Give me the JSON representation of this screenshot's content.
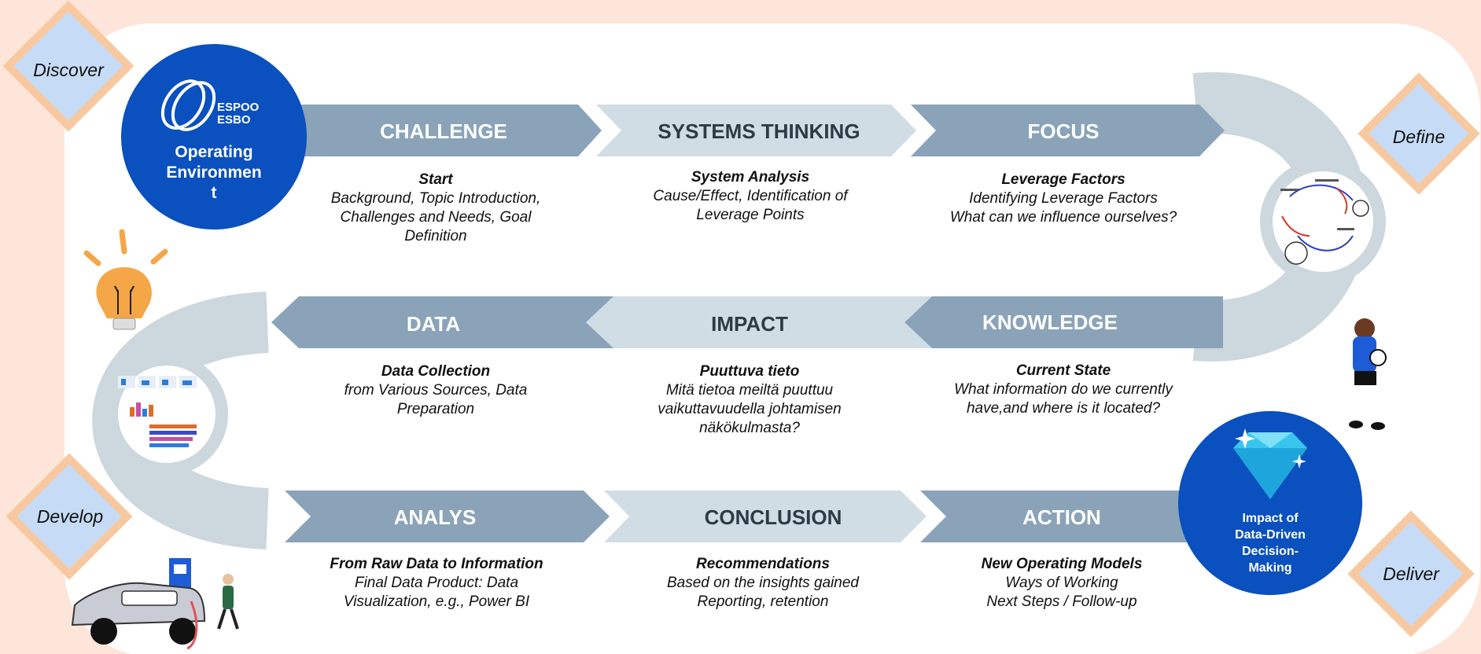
{
  "colors": {
    "background": "#fde5d9",
    "card": "#ffffff",
    "arrow_dark": "#8aa3b8",
    "arrow_light": "#d0dde4",
    "path": "#ccd7de",
    "brand_blue": "#0a50be",
    "diamond": "#c6dcf6",
    "diamond_border": "#f8c9a0"
  },
  "phases": {
    "discover": "Discover",
    "define": "Define",
    "develop": "Develop",
    "deliver": "Deliver"
  },
  "logo": {
    "line1": "ESPOO",
    "line2": "ESBO"
  },
  "start_circle": {
    "line1": "Operating",
    "line2": "Environmen",
    "line3": "t"
  },
  "end_circle": {
    "line1": "Impact of",
    "line2": "Data-Driven",
    "line3": "Decision-",
    "line4": "Making"
  },
  "steps": [
    {
      "title": "CHALLENGE",
      "heading": "Start",
      "lines": [
        "Background, Topic Introduction,",
        "Challenges and Needs, Goal",
        "Definition"
      ]
    },
    {
      "title": "SYSTEMS THINKING",
      "heading": "System Analysis",
      "lines": [
        "Cause/Effect, Identification of",
        "Leverage Points"
      ]
    },
    {
      "title": "FOCUS",
      "heading": "Leverage Factors",
      "lines": [
        "Identifying Leverage Factors",
        "What can we influence ourselves?"
      ]
    },
    {
      "title": "KNOWLEDGE",
      "heading": "Current State",
      "lines": [
        "What information do we currently",
        "have,and where is it located?"
      ]
    },
    {
      "title": "IMPACT",
      "heading": "Puuttuva tieto",
      "lines": [
        "Mitä tietoa meiltä puuttuu",
        "vaikuttavuudella johtamisen",
        "näkökulmasta?"
      ]
    },
    {
      "title": "DATA",
      "heading": "Data Collection",
      "lines": [
        "from Various Sources, Data",
        "Preparation"
      ]
    },
    {
      "title": "ANALYS",
      "heading": "From Raw Data to Information",
      "lines": [
        "Final Data Product: Data",
        "Visualization, e.g., Power BI"
      ]
    },
    {
      "title": "CONCLUSION",
      "heading": "Recommendations",
      "lines": [
        "Based on the insights gained",
        "Reporting, retention"
      ]
    },
    {
      "title": "ACTION",
      "heading": "New Operating Models",
      "lines": [
        "Ways of Working",
        "Next Steps / Follow-up"
      ]
    }
  ]
}
